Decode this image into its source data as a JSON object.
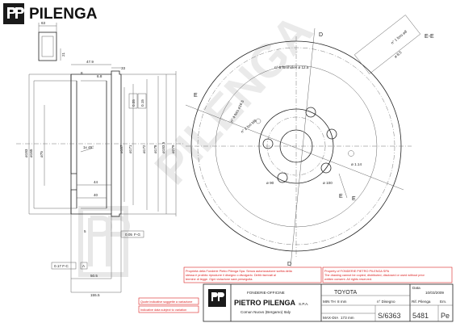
{
  "brand": {
    "name": "PILENGA",
    "wordmark": "PILENGA"
  },
  "watermark": "PILENGA",
  "section_labels": {
    "d_top": "D",
    "d_bottom": "D",
    "e_left": "E",
    "e_bottom": "E",
    "e_right": "E",
    "section_ee": "E-E"
  },
  "dims": {
    "d63": "63",
    "d21": "21",
    "d479": "47.9",
    "d33": "33",
    "d8": "8",
    "d68": "6.8",
    "d44": "44",
    "d40": "40",
    "d5": "5",
    "d505": "50.5",
    "d1555": "155.5",
    "tol_1": "0.05",
    "tol_2": "0.15",
    "chamfer": "1x 45°",
    "v_left": [
      "ø183",
      "ø165",
      "ø75"
    ],
    "v_mid": [
      "ø167",
      "ø171",
      "ø172",
      "ø178",
      "ø183.5",
      "ø279"
    ],
    "holes_label": "n° 5 fori/holes ø 12.5",
    "n4_label": "n° 4 foro ø16.5",
    "n2_label": "n° 2 fori M8",
    "right_d1": "ø 90",
    "right_d2": "ø 100",
    "pcd": "ø 1.14",
    "ee_1": "n° 1 foro ø8",
    "ee_2": "ø 8.5",
    "gdt_left": "0.17 F-C",
    "gdt_frame1": "0.05",
    "gdt_frame2": "F-C",
    "gdt_small": [
      "0.05",
      "F-G"
    ],
    "gdt_a": "A"
  },
  "notes": {
    "red_left": [
      "Proprietà della Fonderie Pietro Pilenga Spa. Senza autorizzazione scritta della",
      "stessa è proibito riprodurre il disegno o divulgarlo. Diritti riservati al",
      "termine di legge. Ogni violazione sarà perseguita."
    ],
    "red_right": [
      "Property of FONDERIE PIETRO PILENGA SPA",
      "The drawing cannot be copied, distributed, disclosed or used without prior",
      "written consent. All rights reserved."
    ],
    "red_small_1": "Quote indicative soggette a variazione",
    "red_small_2": "Indicative data subject to variation"
  },
  "title_block": {
    "company_line1": "FONDERIE-OFFICINE",
    "company_line2": "PIETRO PILENGA",
    "company_suffix": "S.P.A.",
    "company_line3": "Comun Nuovo (Bergamo) Italy",
    "application": "TOYOTA",
    "date_label": "Data",
    "date": "10/03/2009",
    "min_th_label": "MIN TH",
    "min_th": "8 mm",
    "max_dia_label": "MAX-DIA",
    "max_dia": "173 mm",
    "drawing_no_label": "n° Disegno",
    "drawing_no": "S/6363",
    "ref_label": "Rif. Pilenga",
    "ref": "5481",
    "rev_label": "Em.",
    "rev": "Pe"
  }
}
